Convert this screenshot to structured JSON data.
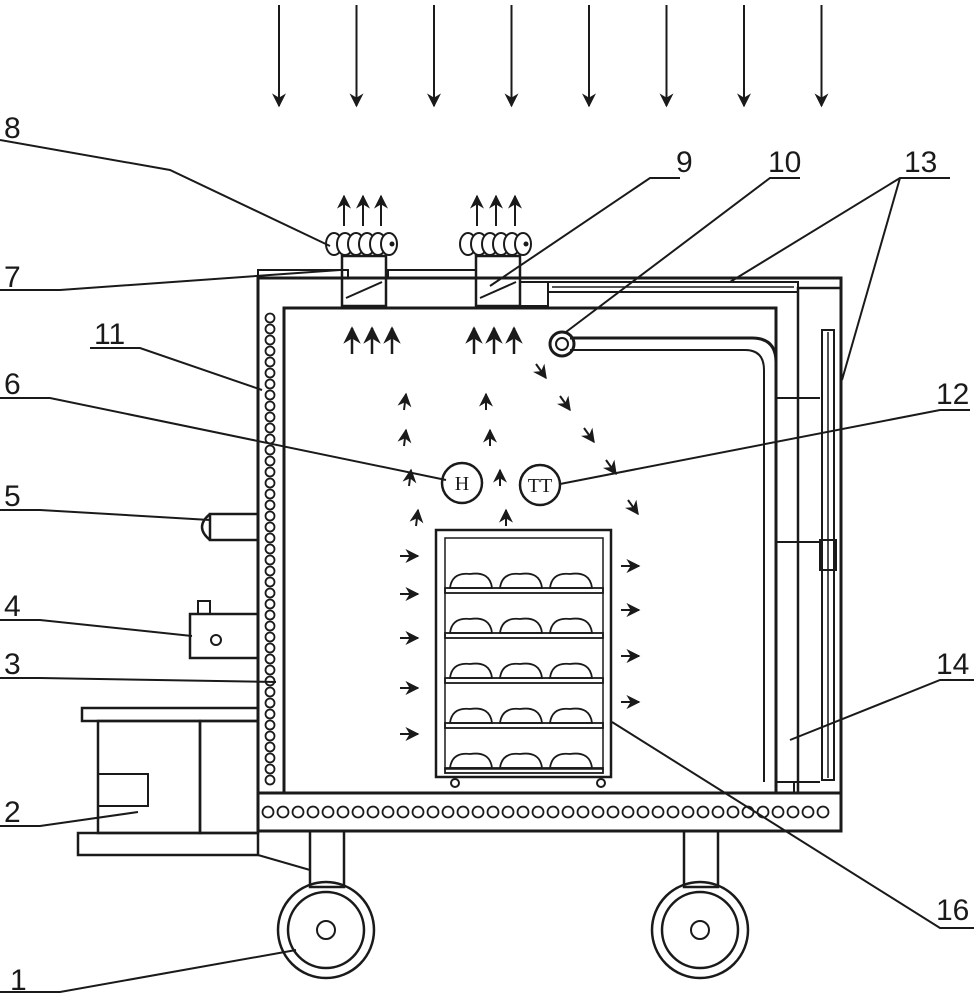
{
  "diagram": {
    "callouts": [
      {
        "id": "1",
        "text": "1"
      },
      {
        "id": "2",
        "text": "2"
      },
      {
        "id": "3",
        "text": "3"
      },
      {
        "id": "4",
        "text": "4"
      },
      {
        "id": "5",
        "text": "5"
      },
      {
        "id": "6",
        "text": "6"
      },
      {
        "id": "7",
        "text": "7"
      },
      {
        "id": "8",
        "text": "8"
      },
      {
        "id": "9",
        "text": "9"
      },
      {
        "id": "10",
        "text": "10"
      },
      {
        "id": "11",
        "text": "11"
      },
      {
        "id": "12",
        "text": "12"
      },
      {
        "id": "13",
        "text": "13"
      },
      {
        "id": "14",
        "text": "14"
      },
      {
        "id": "16",
        "text": "16"
      }
    ],
    "sensor_humidity": "H",
    "sensor_temperature": "TT",
    "shelf_count": 5,
    "items_per_shelf": 3,
    "incoming_arrows": 8
  }
}
